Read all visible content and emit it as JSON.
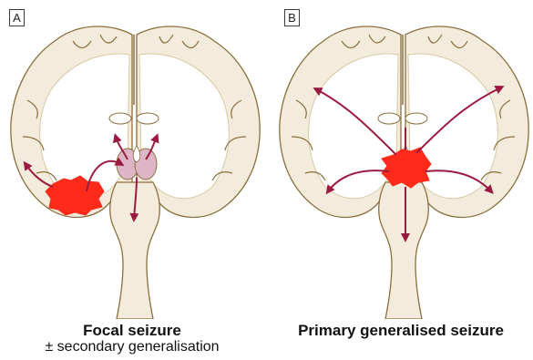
{
  "panels": [
    {
      "letter": "A",
      "title": "Focal seizure",
      "subtitle": "± secondary generalisation"
    },
    {
      "letter": "B",
      "title": "Primary generalised seizure",
      "subtitle": ""
    }
  ],
  "colors": {
    "tissue_fill": "#f3ecdc",
    "tissue_outline": "#8b6f3e",
    "inner_white_matter": "#ffffff",
    "arrow": "#9b1b40",
    "seizure_focus": "#ff2a1a",
    "thalamus": "#dcb6c6"
  }
}
